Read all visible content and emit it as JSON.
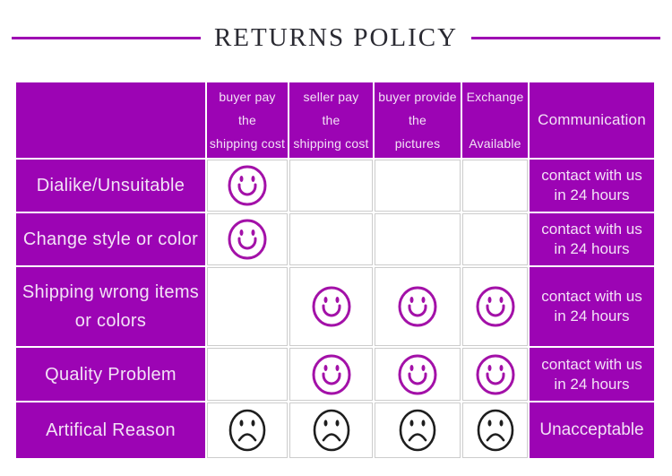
{
  "title": {
    "text": "RETURNS POLICY"
  },
  "colors": {
    "purple": "#9c04b4",
    "cell_text": "#f3e2f6",
    "smiley": "#a311a8",
    "sad": "#1e1e1e",
    "title_text": "#2a2a32",
    "line": "#9e06b2",
    "grid_line": "#cccccc"
  },
  "table": {
    "headers": [
      {
        "id": "row-label",
        "lines": []
      },
      {
        "id": "buyer-pay",
        "lines": [
          "buyer pay",
          "the",
          "shipping cost"
        ]
      },
      {
        "id": "seller-pay",
        "lines": [
          "seller pay",
          "the",
          "shipping cost"
        ]
      },
      {
        "id": "buyer-provide",
        "lines": [
          "buyer provide",
          "the",
          "pictures"
        ]
      },
      {
        "id": "exchange",
        "lines": [
          "Exchange",
          "",
          "Available"
        ]
      },
      {
        "id": "communication",
        "lines": [
          "Communication"
        ]
      }
    ],
    "rows": [
      {
        "label": "Dialike/Unsuitable",
        "faces": [
          "smile",
          "none",
          "none",
          "none"
        ],
        "communication": [
          "contact with us",
          "in 24 hours"
        ]
      },
      {
        "label": "Change style or color",
        "faces": [
          "smile",
          "none",
          "none",
          "none"
        ],
        "communication": [
          "contact with us",
          "in 24 hours"
        ]
      },
      {
        "label": [
          "Shipping wrong items",
          "or colors"
        ],
        "faces": [
          "none",
          "smile",
          "smile",
          "smile"
        ],
        "communication": [
          "contact with us",
          "in 24 hours"
        ]
      },
      {
        "label": "Quality Problem",
        "faces": [
          "none",
          "smile",
          "smile",
          "smile"
        ],
        "communication": [
          "contact with us",
          "in 24 hours"
        ]
      },
      {
        "label": "Artifical Reason",
        "faces": [
          "sad",
          "sad",
          "sad",
          "sad"
        ],
        "communication": "Unacceptable"
      }
    ]
  }
}
